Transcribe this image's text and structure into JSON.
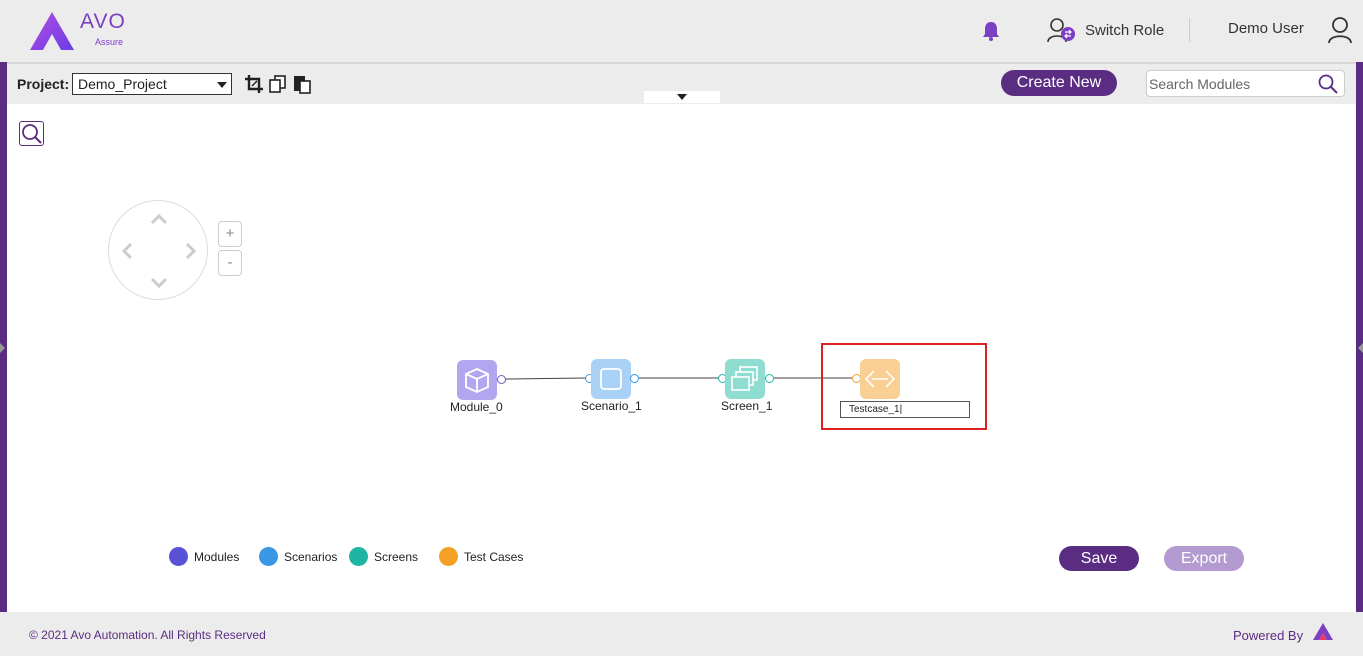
{
  "header": {
    "logo_text": "AVO",
    "logo_sub": "Assure",
    "switch_role_label": "Switch Role",
    "user_name": "Demo User"
  },
  "toolbar": {
    "project_label": "Project:",
    "project_value": "Demo_Project",
    "create_new_label": "Create New",
    "search_placeholder": "Search Modules"
  },
  "zoom": {
    "plus": "+",
    "minus": "-"
  },
  "nodes": [
    {
      "label": "Module_0",
      "type": "module",
      "color": "#b3a6f0"
    },
    {
      "label": "Scenario_1",
      "type": "scenario",
      "color": "#a9d0f5"
    },
    {
      "label": "Screen_1",
      "type": "screen",
      "color": "#8fdcd0"
    },
    {
      "label": "Testcase_1",
      "type": "testcase",
      "color": "#f9cf94",
      "editing": true
    }
  ],
  "testcase_input_value": "Testcase_1|",
  "legend": [
    {
      "label": "Modules",
      "color": "#5a52d6"
    },
    {
      "label": "Scenarios",
      "color": "#3a97e4"
    },
    {
      "label": "Screens",
      "color": "#1fb5a5"
    },
    {
      "label": "Test Cases",
      "color": "#f2a124"
    }
  ],
  "actions": {
    "save_label": "Save",
    "export_label": "Export"
  },
  "footer": {
    "copyright": "© 2021 Avo Automation. All Rights Reserved",
    "powered_by": "Powered By"
  },
  "colors": {
    "brand": "#5a2d82",
    "highlight": "#e02020"
  }
}
